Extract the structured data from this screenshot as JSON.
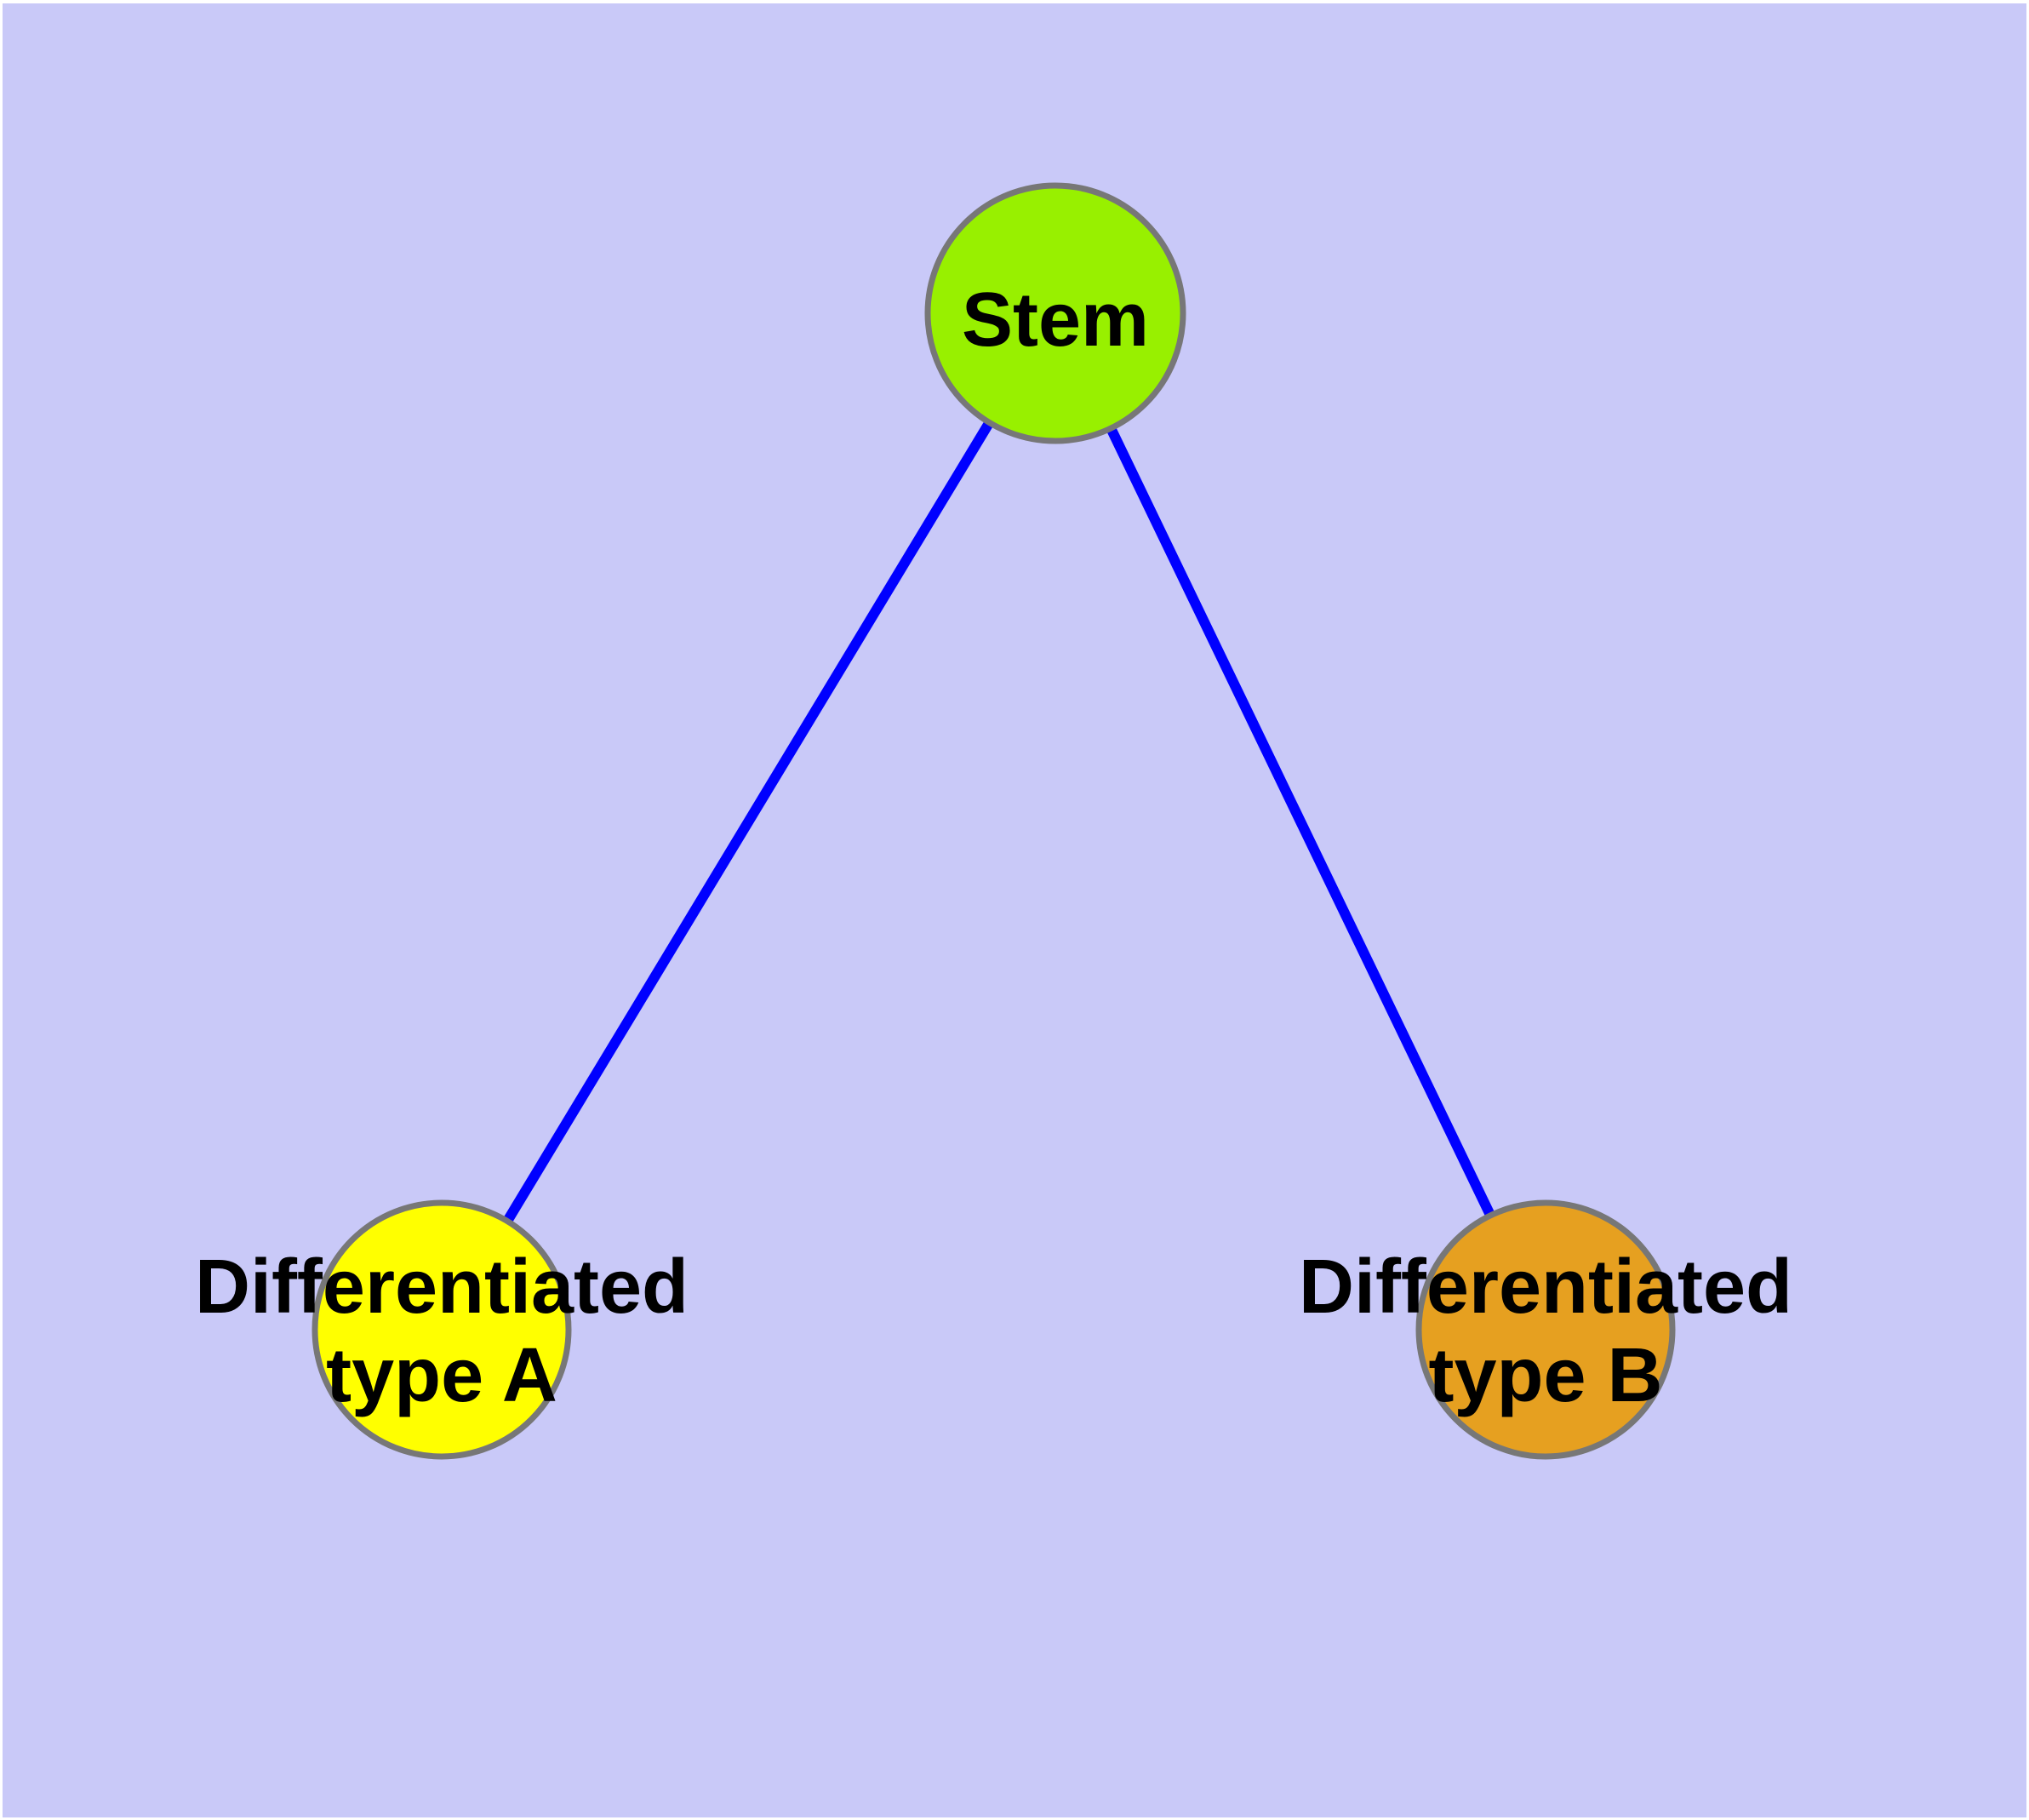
{
  "canvas": {
    "background_color": "#C9C9F8",
    "frame_color": "#FFFFFF"
  },
  "diagram": {
    "type": "node-link-graph",
    "edge_color": "#0000FF",
    "node_border_color": "#777777",
    "label_color": "#000000",
    "nodes": [
      {
        "id": "stem",
        "label": "Stem",
        "fill_color": "#98F000"
      },
      {
        "id": "differentiated-type-a",
        "label_line1": "Differentiated",
        "label_line2": "type A",
        "fill_color": "#FFFF00"
      },
      {
        "id": "differentiated-type-b",
        "label_line1": "Differentiated",
        "label_line2": "type B",
        "fill_color": "#E6A020"
      }
    ],
    "edges": [
      {
        "from": "Stem",
        "to": "Differentiated type A"
      },
      {
        "from": "Stem",
        "to": "Differentiated type B"
      }
    ]
  }
}
